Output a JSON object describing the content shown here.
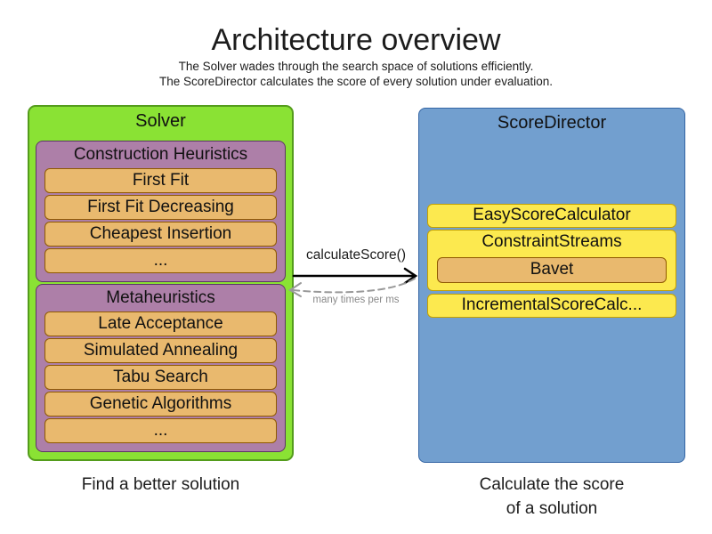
{
  "title": "Architecture overview",
  "subtitle_line1": "The Solver wades through the search space of solutions efficiently.",
  "subtitle_line2": "The ScoreDirector calculates the score of every solution under evaluation.",
  "solver": {
    "label": "Solver",
    "caption": "Find a better solution",
    "groups": [
      {
        "label": "Construction Heuristics",
        "items": [
          "First Fit",
          "First Fit Decreasing",
          "Cheapest Insertion",
          "..."
        ]
      },
      {
        "label": "Metaheuristics",
        "items": [
          "Late Acceptance",
          "Simulated Annealing",
          "Tabu Search",
          "Genetic Algorithms",
          "..."
        ]
      }
    ]
  },
  "score_director": {
    "label": "ScoreDirector",
    "caption_line1": "Calculate the score",
    "caption_line2": "of a solution",
    "calculators": [
      "EasyScoreCalculator",
      "ConstraintStreams",
      "IncrementalScoreCalc..."
    ],
    "constraint_streams_impl": "Bavet"
  },
  "interaction": {
    "call_label": "calculateScore()",
    "frequency_label": "many times per ms"
  },
  "colors": {
    "solver_fill": "#8ae234",
    "solver_border": "#549c1c",
    "group_fill": "#ad7fa8",
    "group_border": "#5c3566",
    "item_fill": "#e9b96e",
    "item_border": "#8f5902",
    "director_fill": "#729fcf",
    "director_border": "#3465a4",
    "calculator_fill": "#fce94f",
    "calculator_border": "#c4a000",
    "arrow": "#000000",
    "dashed_arrow": "#999999"
  }
}
